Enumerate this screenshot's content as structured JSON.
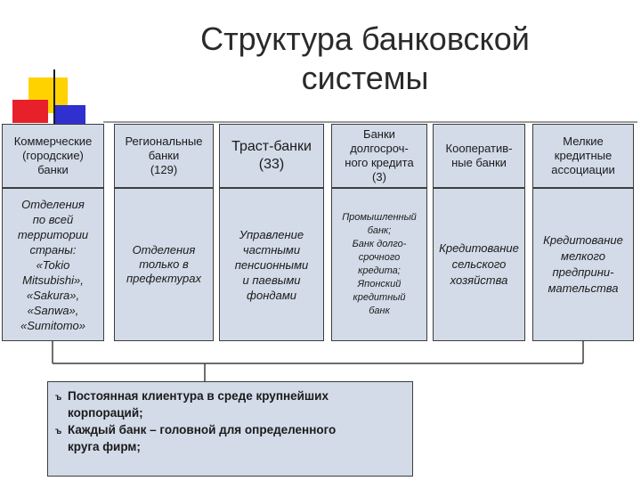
{
  "title": "Структура банковской\nсистемы",
  "top_boxes": [
    "Коммерческие\n(городские)\nбанки",
    "Региональные\nбанки\n(129)",
    "Траст-банки\n(33)",
    "Банки\nдолгосроч-\nного кредита\n(3)",
    "Кооператив-\nные банки",
    "Мелкие\nкредитные\nассоциации"
  ],
  "bottom_boxes": [
    "Отделения\nпо всей\nтерритории\nстраны:\n«Tokio\nMitsubishi»,\n«Sakura»,\n«Sanwa»,\n«Sumitomo»",
    "Отделения\nтолько в\nпрефектурах",
    "Управление\nчастными\nпенсионными\nи паевыми\nфондами",
    "Промышленный\nбанк;\nБанк долго-\nсрочного\nкредита;\nЯпонский\nкредитный\nбанк",
    "Кредитование\nсельского\nхозяйства",
    "Кредитование\nмелкого\nпредприни-\nмательства"
  ],
  "summary": {
    "bullet": "ъ",
    "items": [
      "Постоянная клиентура в среде крупнейших\n корпораций;",
      "Каждый банк – головной для определенного\n круга фирм;"
    ]
  }
}
